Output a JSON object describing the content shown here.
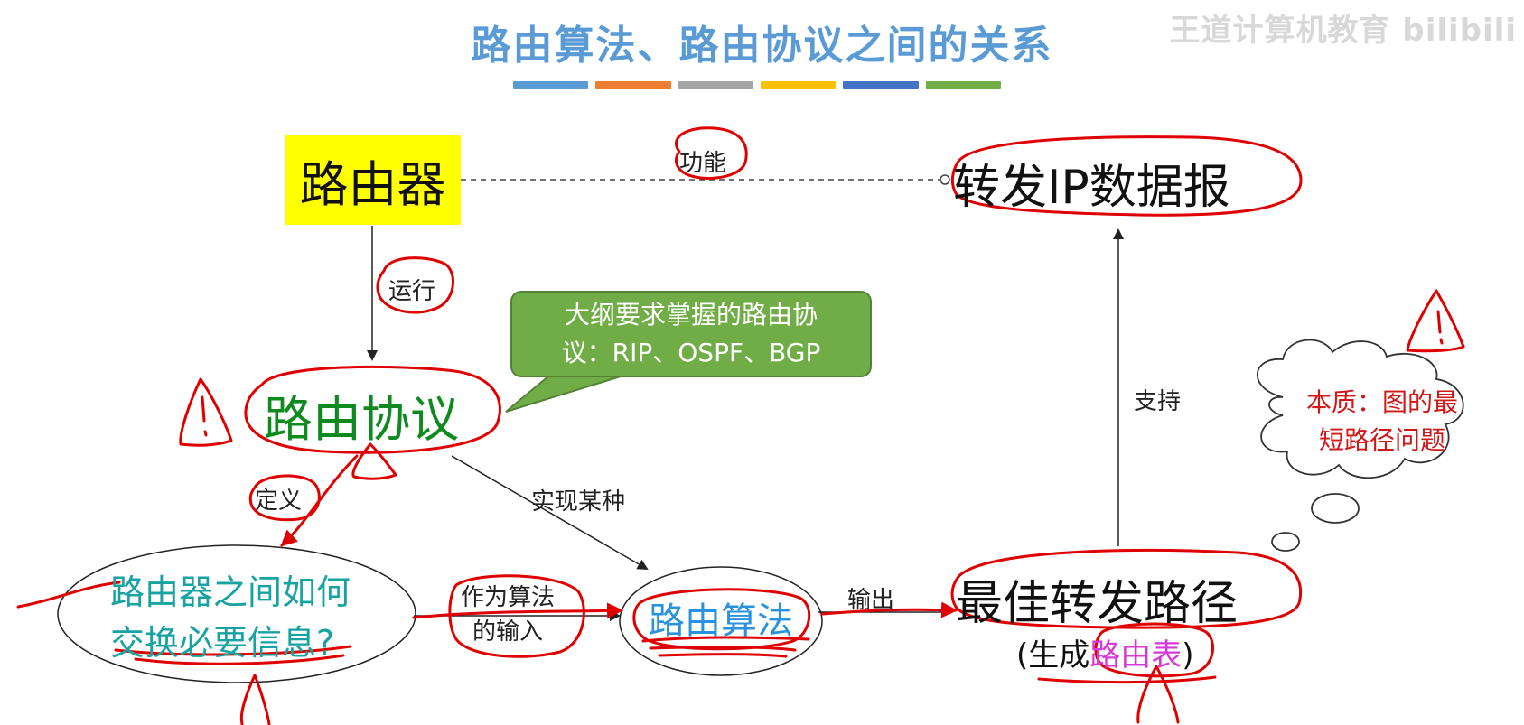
{
  "title": "路由算法、路由协议之间的关系",
  "watermark": "王道计算机教育 bilibili",
  "title_bar_colors": [
    "#5b9bd5",
    "#ed7d31",
    "#a5a5a5",
    "#ffc000",
    "#4472c4",
    "#70ad47"
  ],
  "nodes": {
    "router": "路由器",
    "forward_ip": "转发IP数据报",
    "routing_protocol": "路由协议",
    "exchange_info_line1": "路由器之间如何",
    "exchange_info_line2": "交换必要信息?",
    "routing_algorithm": "路由算法",
    "best_path": "最佳转发路径",
    "routing_table_open": "(生成",
    "routing_table_highlight": "路由表",
    "routing_table_close": ")"
  },
  "edges": {
    "function": "功能",
    "run": "运行",
    "define": "定义",
    "implement": "实现某种",
    "as_input_line1": "作为算法",
    "as_input_line2": "的输入",
    "output": "输出",
    "support": "支持"
  },
  "callout": {
    "line1": "大纲要求掌握的路由协",
    "line2_prefix": "议：",
    "protocols": [
      "RIP",
      "OSPF",
      "BGP"
    ],
    "separator": "、"
  },
  "thought_cloud": {
    "line1": "本质：图的最",
    "line2": "短路径问题"
  },
  "colors": {
    "router_box": "#ffff00",
    "protocol_text": "#0e8a1e",
    "exchange_text": "#18a3a3",
    "algorithm_text": "#2a93e0",
    "highlight_text": "#d63ad6",
    "callout_fill": "#70ad47",
    "annotation_red": "#e00000",
    "cloud_text": "#d01818"
  }
}
